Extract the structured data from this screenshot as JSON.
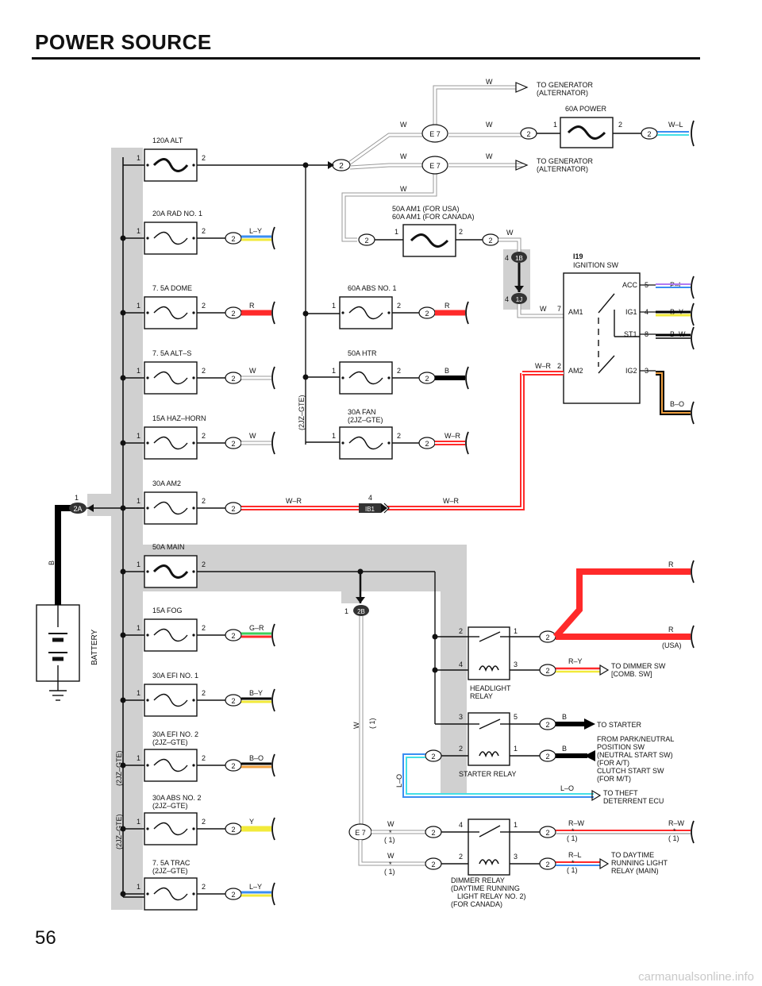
{
  "page": {
    "title": "POWER SOURCE",
    "page_number": "56",
    "watermark": "carmanualsonline.info"
  },
  "colors": {
    "red": "#ff2a2a",
    "yellow": "#f2ea3a",
    "green": "#3bd15b",
    "blue": "#3a8ef2",
    "cyan": "#44e0e6",
    "purple": "#b07af2",
    "orange": "#f0a040",
    "black": "#000000",
    "gray_panel": "#d0d0d0"
  },
  "battery": {
    "label": "BATTERY",
    "wire": "B",
    "connector": "2A",
    "pin": "1"
  },
  "fuses": [
    {
      "name": "120A ALT",
      "pin_in": "1",
      "pin_out": "2"
    },
    {
      "name": "20A RAD NO. 1",
      "pin_in": "1",
      "pin_out": "2",
      "connector": "2",
      "wire": "L–Y"
    },
    {
      "name": "7. 5A DOME",
      "pin_in": "1",
      "pin_out": "2",
      "connector": "2",
      "wire": "R"
    },
    {
      "name": "7. 5A ALT–S",
      "pin_in": "1",
      "pin_out": "2",
      "connector": "2",
      "wire": "W"
    },
    {
      "name": "15A HAZ–HORN",
      "pin_in": "1",
      "pin_out": "2",
      "connector": "2",
      "wire": "W"
    },
    {
      "name": "30A AM2",
      "pin_in": "1",
      "pin_out": "2",
      "connector": "2",
      "wire": "W–R"
    },
    {
      "name": "50A MAIN",
      "pin_in": "1",
      "pin_out": "2"
    },
    {
      "name": "15A FOG",
      "pin_in": "1",
      "pin_out": "2",
      "connector": "2",
      "wire": "G–R"
    },
    {
      "name": "30A EFI NO. 1",
      "pin_in": "1",
      "pin_out": "2",
      "connector": "2",
      "wire": "B–Y"
    },
    {
      "name": "30A EFI NO. 2",
      "sub": "(2JZ–GTE)",
      "pin_in": "1",
      "pin_out": "2",
      "connector": "2",
      "wire": "B–O"
    },
    {
      "name": "30A ABS NO. 2",
      "sub": "(2JZ–GTE)",
      "pin_in": "1",
      "pin_out": "2",
      "connector": "2",
      "wire": "Y"
    },
    {
      "name": "7. 5A TRAC",
      "sub": "(2JZ–GTE)",
      "pin_in": "1",
      "pin_out": "2",
      "connector": "2",
      "wire": "L–Y"
    }
  ],
  "mid_fuses": [
    {
      "name": "60A ABS NO. 1",
      "pin_in": "1",
      "pin_out": "2",
      "connector": "2",
      "wire": "R"
    },
    {
      "name": "50A HTR",
      "pin_in": "1",
      "pin_out": "2",
      "connector": "2",
      "wire": "B"
    },
    {
      "name": "30A FAN",
      "sub": "(2JZ–GTE)",
      "pin_in": "1",
      "pin_out": "2",
      "connector": "2",
      "wire": "W–R"
    }
  ],
  "top": {
    "gen1": "TO GENERATOR",
    "gen1b": "(ALTERNATOR)",
    "gen2": "TO GENERATOR",
    "gen2b": "(ALTERNATOR)",
    "power60": "60A POWER",
    "power60_wire": "W–L",
    "e7": "E 7",
    "w": "W",
    "am1_usa": "50A AM1 (FOR USA)",
    "am1_can": "60A AM1 (FOR CANADA)",
    "conn2": "2",
    "pin1": "1",
    "pin2": "2"
  },
  "ignition": {
    "id": "I19",
    "name": "IGNITION SW",
    "conn_1b": "1B",
    "conn_1j": "1J",
    "pin4": "4",
    "terminals": [
      "ACC",
      "IG1",
      "ST1",
      "AM1",
      "AM2",
      "IG2"
    ],
    "pins": [
      "5",
      "4",
      "8",
      "7",
      "2",
      "3"
    ],
    "wires": [
      "P–L",
      "B–Y",
      "B–W",
      "W",
      "W–R",
      "B–O"
    ]
  },
  "ib1": {
    "connector": "IB1",
    "pin": "4",
    "wire": "W–R"
  },
  "labels": {
    "jz_gte": "(2JZ–GTE)",
    "w": "W",
    "lo": "L–O",
    "one_star": "( 1)",
    "star": "*"
  },
  "right": {
    "r": "R",
    "usa": "(USA)",
    "ry": "R–Y",
    "dimmer_sw": "TO DIMMER SW",
    "dimmer_sw2": "[COMB.  SW]",
    "headlight_relay": "HEADLIGHT",
    "headlight_relay2": "RELAY",
    "b": "B",
    "to_starter": "TO STARTER",
    "park1": "FROM PARK/NEUTRAL",
    "park2": "POSITION SW",
    "park3": "(NEUTRAL START SW)",
    "park4": "(FOR A/T)",
    "park5": "CLUTCH START SW",
    "park6": "(FOR M/T)",
    "starter_relay": "STARTER RELAY",
    "theft1": "TO THEFT",
    "theft2": "DETERRENT ECU",
    "rw": "R–W",
    "rl": "R–L",
    "drl1": "TO DAYTIME",
    "drl2": "RUNNING LIGHT",
    "drl3": "RELAY (MAIN)",
    "dim1": "DIMMER RELAY",
    "dim2": "(DAYTIME RUNNING",
    "dim3": "LIGHT RELAY NO. 2)",
    "dim4": "(FOR CANADA)",
    "conn_2b": "2B"
  }
}
